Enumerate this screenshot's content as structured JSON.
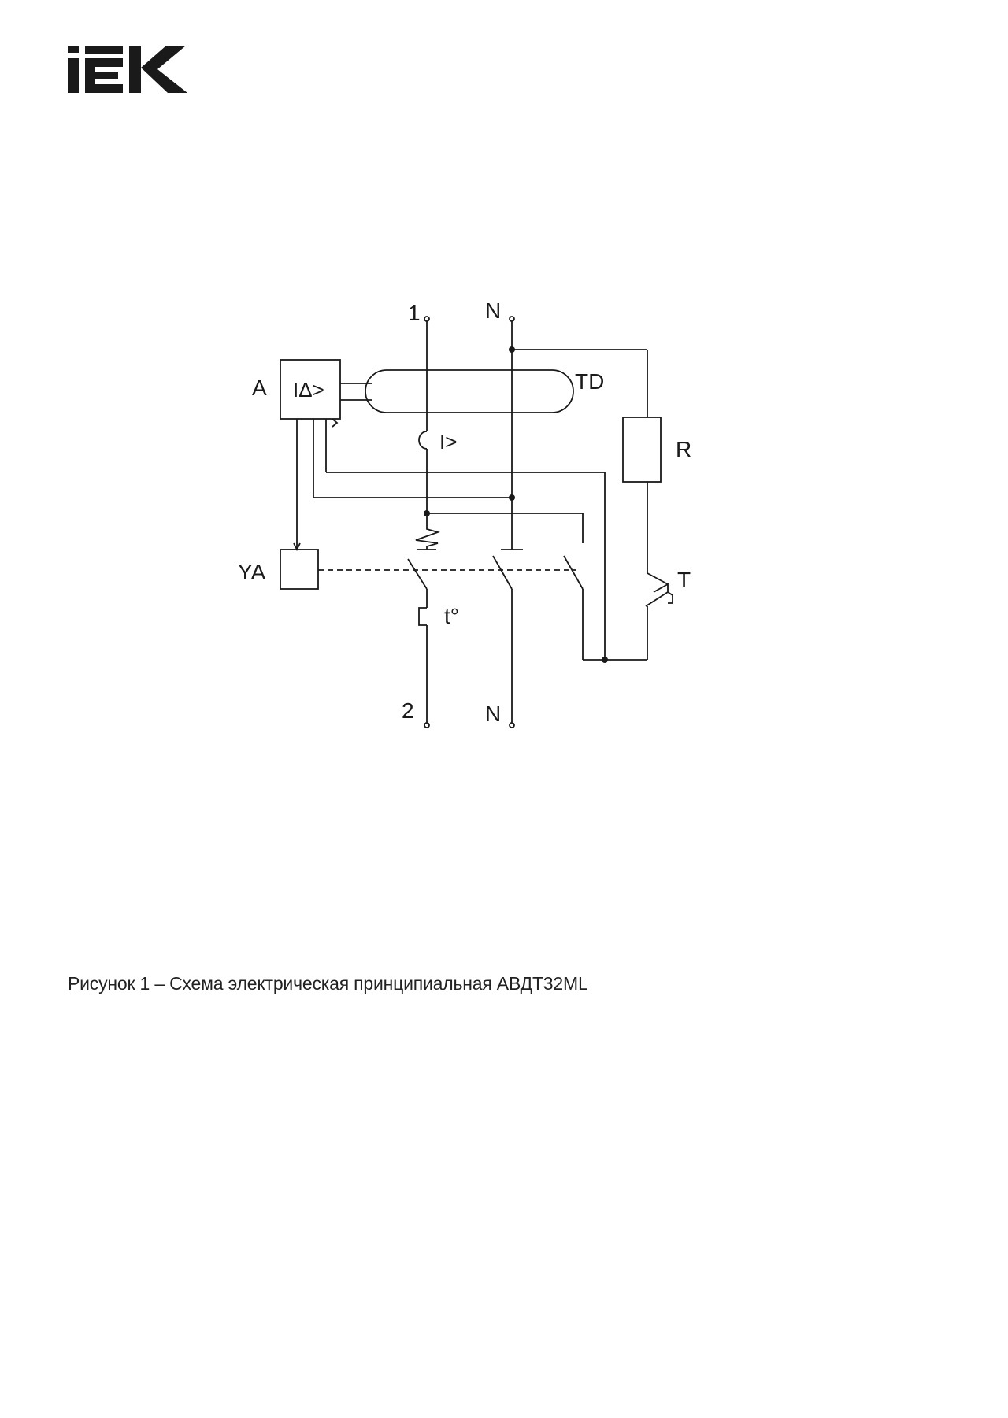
{
  "logo": {
    "brand": "IEK",
    "icon": "iek-logo-icon"
  },
  "diagram": {
    "labels": {
      "terminal_top_1": "1",
      "terminal_top_n": "N",
      "block_a": "A",
      "block_a_symbol": "IΔ>",
      "transformer": "TD",
      "overcurrent": "I>",
      "resistor": "R",
      "actuator": "YA",
      "test_button": "T",
      "thermal": "t°",
      "terminal_bottom_2": "2",
      "terminal_bottom_n": "N"
    }
  },
  "caption": {
    "text": "Рисунок 1 – Схема электрическая принципиальная АВДТ32ML"
  }
}
